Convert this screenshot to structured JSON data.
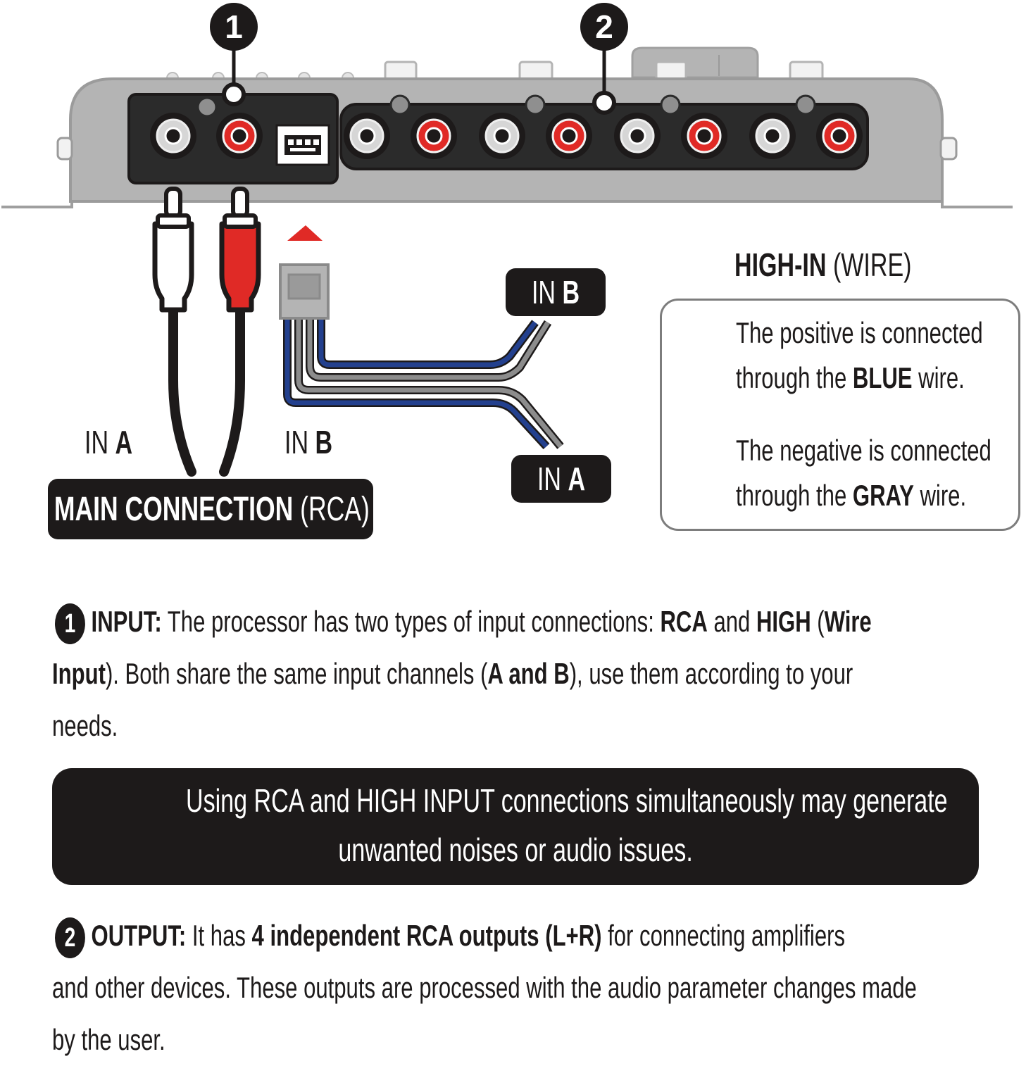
{
  "callouts": {
    "one": "1",
    "two": "2"
  },
  "labels": {
    "rca_in_a_prefix": "IN",
    "rca_in_a_letter": "A",
    "rca_in_b_prefix": "IN",
    "rca_in_b_letter": "B",
    "main_connection": "MAIN CONNECTION",
    "main_connection_paren": "(RCA)",
    "wire_in_b_prefix": "IN",
    "wire_in_b_letter": "B",
    "wire_in_a_prefix": "IN",
    "wire_in_a_letter": "A"
  },
  "high_in": {
    "title_bold": "HIGH-IN",
    "title_paren": "(WIRE)",
    "positive_line1": "The positive is connected",
    "positive_line2_pre": "through the",
    "positive_line2_bold": "BLUE",
    "positive_line2_post": "wire.",
    "negative_line1": "The negative is connected",
    "negative_line2_pre": "through the",
    "negative_line2_bold": "GRAY",
    "negative_line2_post": "wire."
  },
  "input_section": {
    "badge": "1",
    "heading": "INPUT:",
    "t1": "The processor has two types of input connections:",
    "b1": "RCA",
    "t2": "and",
    "b2": "HIGH",
    "t3": "(",
    "b3": "Wire",
    "b4": "Input",
    "t4": "). Both share the same input channels (",
    "b5": "A and B",
    "t5": "), use them according to your",
    "t6": "needs."
  },
  "warning": {
    "line1": "Using RCA and HIGH INPUT connections simultaneously may generate",
    "line2": "unwanted noises or audio issues."
  },
  "output_section": {
    "badge": "2",
    "heading": "OUTPUT:",
    "t1": "It has",
    "b1": "4 independent RCA outputs (L+R)",
    "t2": "for connecting amplifiers",
    "t3": "and other devices. These outputs are processed with the audio parameter changes made",
    "t4": "by the user."
  },
  "colors": {
    "dark": "#1d1a1a",
    "red": "#e02a26",
    "blue": "#23408e",
    "gray": "#8c8c8c",
    "device_gray": "#b4b4b4"
  }
}
